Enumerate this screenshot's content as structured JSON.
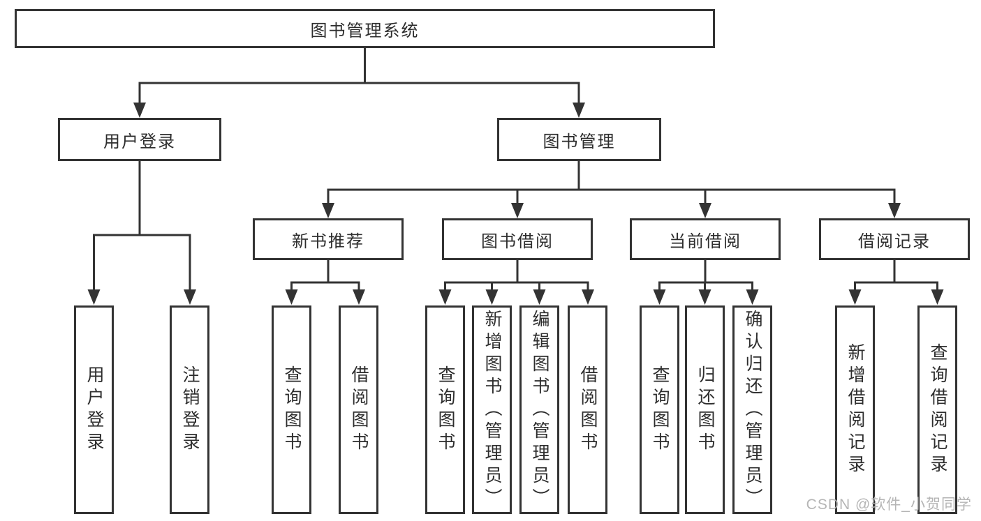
{
  "tree": {
    "root": {
      "label": "图书管理系统",
      "children": [
        {
          "label": "用户登录",
          "children": [
            {
              "label": "用户登录"
            },
            {
              "label": "注销登录"
            }
          ]
        },
        {
          "label": "图书管理",
          "children": [
            {
              "label": "新书推荐",
              "children": [
                {
                  "label": "查询图书"
                },
                {
                  "label": "借阅图书"
                }
              ]
            },
            {
              "label": "图书借阅",
              "children": [
                {
                  "label": "查询图书"
                },
                {
                  "label": "新增图书（管理员）"
                },
                {
                  "label": "编辑图书（管理员）"
                },
                {
                  "label": "借阅图书"
                }
              ]
            },
            {
              "label": "当前借阅",
              "children": [
                {
                  "label": "查询图书"
                },
                {
                  "label": "归还图书"
                },
                {
                  "label": "确认归还（管理员）"
                }
              ]
            },
            {
              "label": "借阅记录",
              "children": [
                {
                  "label": "新增借阅记录"
                },
                {
                  "label": "查询借阅记录"
                }
              ]
            }
          ]
        }
      ]
    }
  },
  "watermark": {
    "text": "CSDN @软件_小贺同学"
  },
  "colors": {
    "line": "#333333",
    "text": "#2d2d2d",
    "watermark": "#b5b5b5",
    "background": "#ffffff"
  }
}
